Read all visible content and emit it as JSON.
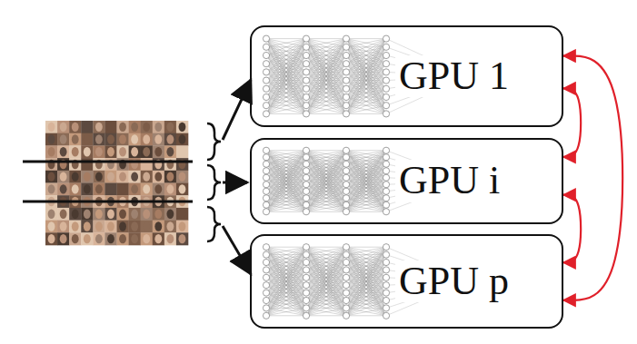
{
  "diagram": {
    "nodes": [
      {
        "text": [
          "GPU 1"
        ]
      },
      {
        "text": [
          "GPU i"
        ]
      },
      {
        "text": [
          "GPU p"
        ]
      }
    ],
    "edges": [
      {
        "from": 0,
        "to": 1,
        "arrow": "both"
      },
      {
        "from": 1,
        "to": 2,
        "arrow": "both"
      },
      {
        "from": 0,
        "to": 2,
        "arrow": "both"
      }
    ]
  }
}
